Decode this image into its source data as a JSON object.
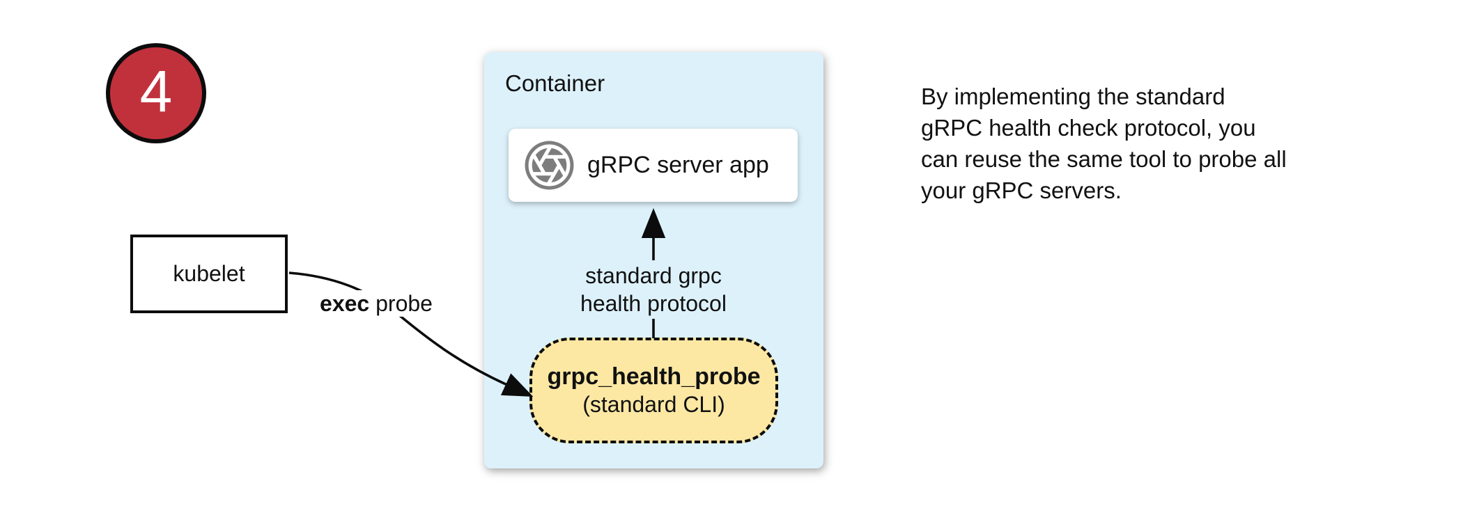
{
  "badge": {
    "number": "4"
  },
  "kubelet": {
    "label": "kubelet"
  },
  "exec_arrow": {
    "label_bold": "exec",
    "label_rest": " probe"
  },
  "container": {
    "title": "Container",
    "server_box": {
      "icon": "aperture-icon",
      "label": "gRPC server app"
    },
    "health_arrow": {
      "label": "standard grpc\nhealth protocol"
    },
    "probe_box": {
      "title": "grpc_health_probe",
      "subtitle": "(standard CLI)"
    }
  },
  "note": {
    "text": "By implementing the standard\ngRPC health check protocol, you\ncan reuse the same tool to probe all\nyour gRPC servers."
  },
  "colors": {
    "badge_red": "#C1313C",
    "container_blue": "#DDF1FB",
    "probe_yellow": "#FCE8A3",
    "icon_gray": "#7D7D7D",
    "ink_black": "#111111"
  }
}
